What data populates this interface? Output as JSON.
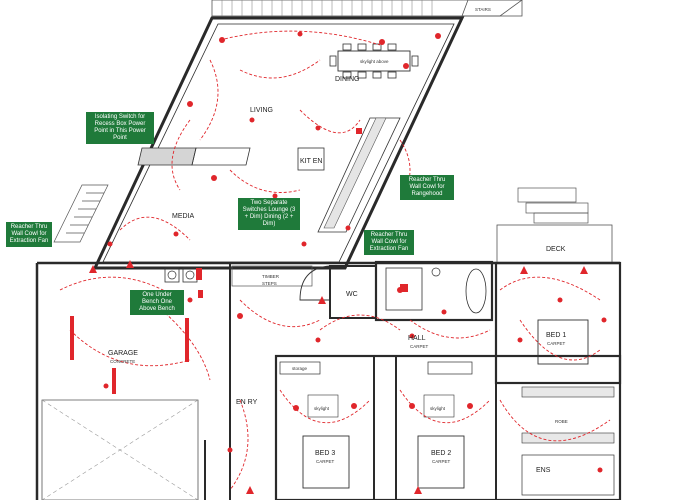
{
  "rooms": {
    "living": "LIVING",
    "dining": "DINING",
    "kitchen": "KIT EN",
    "media": "MEDIA",
    "garage": "GARAGE",
    "garage_sub": "CONCRETE",
    "entry": "EN RY",
    "hall": "HALL",
    "hall_sub": "CARPET",
    "wc": "WC",
    "bed1": "BED 1",
    "bed1_sub": "CARPET",
    "bed2": "BED 2",
    "bed2_sub": "CARPET",
    "bed3": "BED 3",
    "bed3_sub": "CARPET",
    "deck": "DECK",
    "ens": "ENS"
  },
  "labels": {
    "stairs_top": "STAIRS",
    "skylight_dining": "skylight above",
    "timber": "TIMBER",
    "steps": "STEPS",
    "storage": "storage",
    "skylight_bed3": "skylight",
    "skylight_bed2": "skylight",
    "robe": "ROBE"
  },
  "notes": {
    "isolating_switch": "Isolating Switch for Recess Box Power Point in This Power Point",
    "reacher_rangehood": "Reacher Thru Wall Cowl for Rangehood",
    "two_switches": "Two Separate Switches Lounge (3 + Dim) Dining (2 + Dim)",
    "reacher_extraction_left": "Reacher Thru Wall Cowl for Extraction Fan",
    "reacher_extraction_mid": "Reacher Thru Wall Cowl for Extraction Fan",
    "bench": "One Under Bench One Above Bench"
  }
}
